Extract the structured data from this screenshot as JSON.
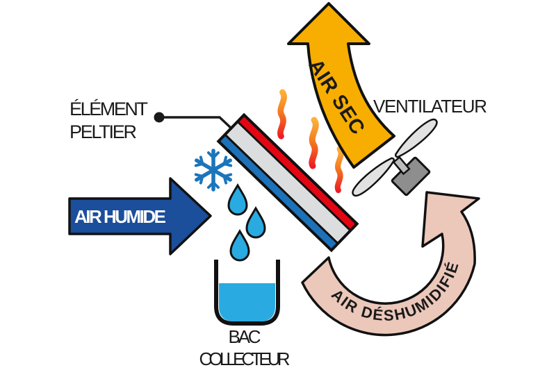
{
  "diagram_title": "Peltier dehumidifier schematic",
  "background": "#ffffff",
  "labels": {
    "element_peltier_line1": "ÉLÉMENT",
    "element_peltier_line2": "PELTIER",
    "ventilateur": "VENTILATEUR",
    "bac_line1": "BAC",
    "bac_line2": "COLLECTEUR"
  },
  "arrows": {
    "air_humide": {
      "label": "AIR HUMIDE",
      "fill": "#1B4E9B"
    },
    "air_sec": {
      "label": "AIR SEC",
      "fill": "#F8AE00"
    },
    "air_deshumidifie": {
      "label": "AIR DÉSHUMIDIFIÉ",
      "fill": "#ECC8BA"
    }
  },
  "components": {
    "peltier_hot": "#E30613",
    "peltier_body": "#DCDDDE",
    "peltier_cold": "#1D71B8",
    "snowflake": "#1B75BB",
    "water": "#29ABE2",
    "flame_top": "#FBB03B",
    "flame_mid": "#F47B20",
    "flame_bottom": "#EC1C24",
    "fan_blade": "#E2E2E2",
    "fan_motor": "#8E8E8E",
    "outline": "#111111"
  }
}
